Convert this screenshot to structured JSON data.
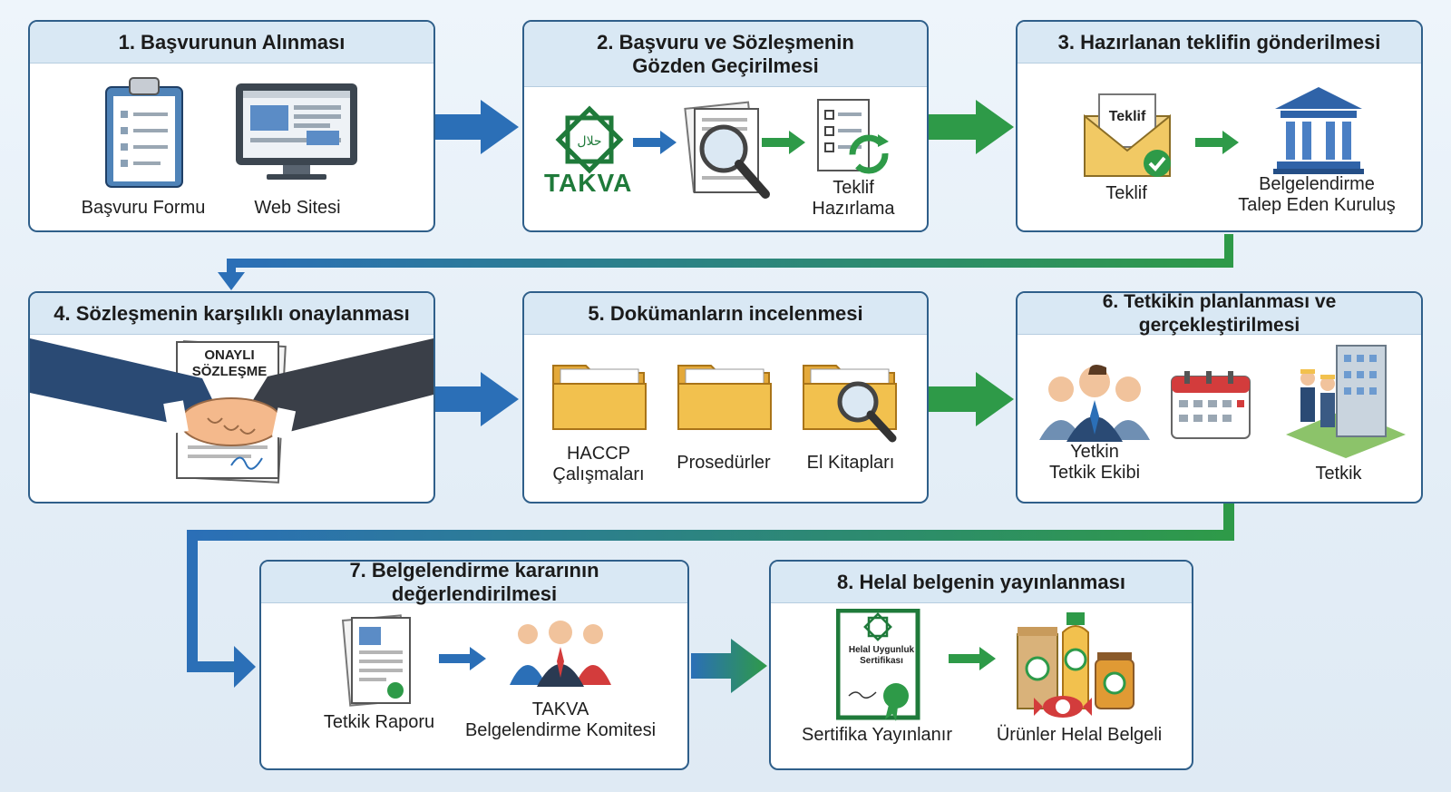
{
  "steps": [
    {
      "title": "1. Başvurunun Alınması",
      "items": [
        "Başvuru Formu",
        "Web Sitesi"
      ]
    },
    {
      "title_line1": "2. Başvuru ve Sözleşmenin",
      "title_line2": "Gözden Geçirilmesi",
      "brand": "TAKVA",
      "items": [
        [
          "Teklif",
          "Hazırlama"
        ]
      ]
    },
    {
      "title": "3. Hazırlanan teklifin gönderilmesi",
      "envelope_text": "Teklif",
      "items": [
        "Teklif",
        [
          "Belgelendirme",
          "Talep Eden Kuruluş"
        ]
      ]
    },
    {
      "title": "4. Sözleşmenin karşılıklı onaylanması",
      "doc_line1": "ONAYLI",
      "doc_line2": "SÖZLEŞME"
    },
    {
      "title": "5. Dokümanların incelenmesi",
      "items": [
        [
          "HACCP",
          "Çalışmaları"
        ],
        "Prosedürler",
        "El Kitapları"
      ]
    },
    {
      "title": "6. Tetkikin planlanması ve gerçekleştirilmesi",
      "items": [
        [
          "Yetkin",
          "Tetkik Ekibi"
        ],
        "Tetkik"
      ]
    },
    {
      "title": "7. Belgelendirme kararının değerlendirilmesi",
      "items": [
        "Tetkik Raporu",
        [
          "TAKVA",
          "Belgelendirme Komitesi"
        ]
      ]
    },
    {
      "title": "8. Helal belgenin yayınlanması",
      "cert_line1": "Helal Uygunluk",
      "cert_line2": "Sertifikası",
      "items": [
        "Sertifika Yayınlanır",
        "Ürünler Helal Belgeli"
      ]
    }
  ],
  "colors": {
    "blue": "#2b6fb7",
    "green": "#2e9a48",
    "border": "#2f5f8a",
    "title_bg": "#d9e8f4",
    "folder": "#f2c14e"
  }
}
